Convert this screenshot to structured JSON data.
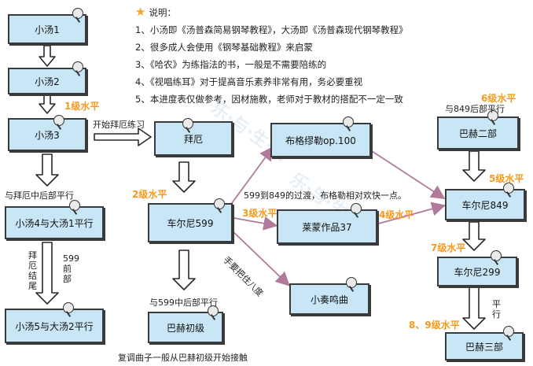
{
  "legend": {
    "title": "说明：",
    "items": [
      "1、小汤即《汤普森简易钢琴教程》，大汤即《汤普森现代钢琴教程》",
      "2、很多成人会使用《钢琴基础教程》来启蒙",
      "3、《哈农》为练指法的书，一般是不需要陪练的",
      "4、《视唱练耳》对于提高音乐素养非常有用，务必要重视",
      "5、本进度表仅做参考，因材施教，老师对于教材的搭配不一定一致"
    ]
  },
  "boxes": {
    "xiaotang1": "小汤1",
    "xiaotang2": "小汤2",
    "xiaotang3": "小汤3",
    "xiaotang4_datang1": "小汤4与大汤1平行",
    "xiaotang5_datang2": "小汤5与大汤2平行",
    "beyer": "拜厄",
    "czerny599": "车尔尼599",
    "bach_beginner": "巴赫初级",
    "burgmuller": "布格缪勒op.100",
    "schumann37": "莱蒙作品37",
    "sonatina": "小奏鸣曲",
    "bach_two_part": "巴赫二部",
    "czerny849": "车尔尼849",
    "czerny299": "车尔尼299",
    "bach_three_part": "巴赫三部"
  },
  "levels": {
    "l1": "1级水平",
    "l2": "2级水平",
    "l3": "3级水平",
    "l4": "4级水平",
    "l5": "5级水平",
    "l6": "6级水平",
    "l7": "7级水平",
    "l89": "8、9级水平"
  },
  "notes": {
    "start_beyer": "开始拜厄练习",
    "parallel_beyer": "与拜厄中后部平行",
    "parallel_599": "与599中后部平行",
    "parallel_849": "与849后部平行",
    "transition": "599到849的过渡，布格勒相对欢快一点。",
    "end_beyer": "拜厄结尾",
    "front_599": "599前部",
    "hold_octave": "手要把住八度",
    "parallel": "平行",
    "polyphony": "复调曲子一般从巴赫初级开始接触"
  },
  "colors": {
    "box_fill": "#c9e6f6",
    "level_orange": "#f59a1a",
    "star": "#f5a623"
  }
}
